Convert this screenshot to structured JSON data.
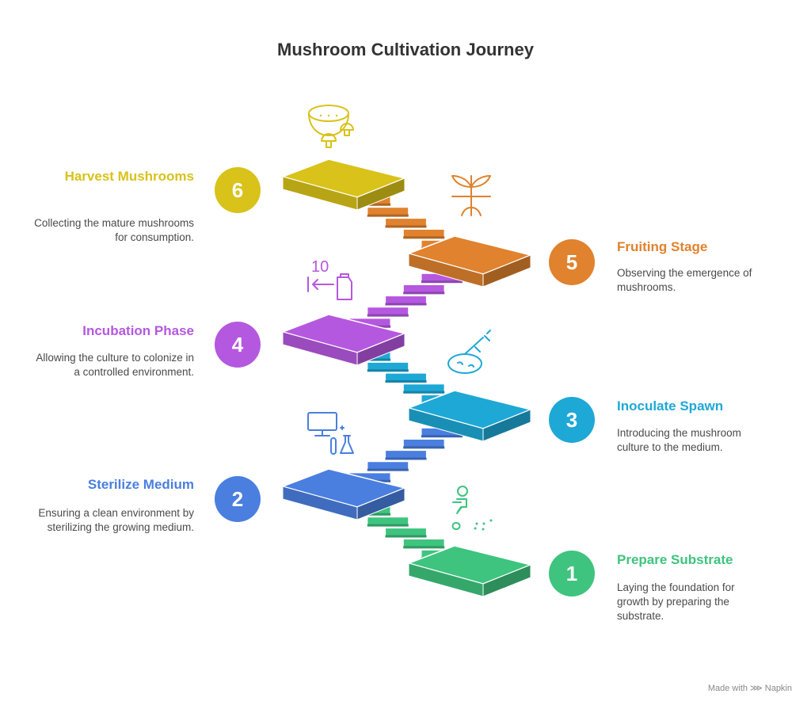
{
  "title": "Mushroom Cultivation Journey",
  "steps": [
    {
      "number": "1",
      "title": "Prepare Substrate",
      "description": "Laying the foundation for growth by preparing the substrate.",
      "color": "#3ec47e",
      "icon": "gardener-icon"
    },
    {
      "number": "2",
      "title": "Sterilize Medium",
      "description": "Ensuring a clean environment by sterilizing the growing medium.",
      "color": "#4a7fe0",
      "icon": "lab-computer-flask-icon"
    },
    {
      "number": "3",
      "title": "Inoculate Spawn",
      "description": "Introducing the mushroom culture to the medium.",
      "color": "#1ea8d6",
      "icon": "syringe-petri-dish-icon"
    },
    {
      "number": "4",
      "title": "Incubation Phase",
      "description": "Allowing the culture to colonize in a controlled environment.",
      "color": "#b558e0",
      "icon": "timer-container-icon",
      "icon_text": "10"
    },
    {
      "number": "5",
      "title": "Fruiting Stage",
      "description": "Observing the emergence of mushrooms.",
      "color": "#e0822e",
      "icon": "sprout-icon"
    },
    {
      "number": "6",
      "title": "Harvest Mushrooms",
      "description": "Collecting the mature mushrooms for consumption.",
      "color": "#d9c219",
      "icon": "mushroom-bowl-icon"
    }
  ],
  "footer": "Made with ⋙ Napkin"
}
